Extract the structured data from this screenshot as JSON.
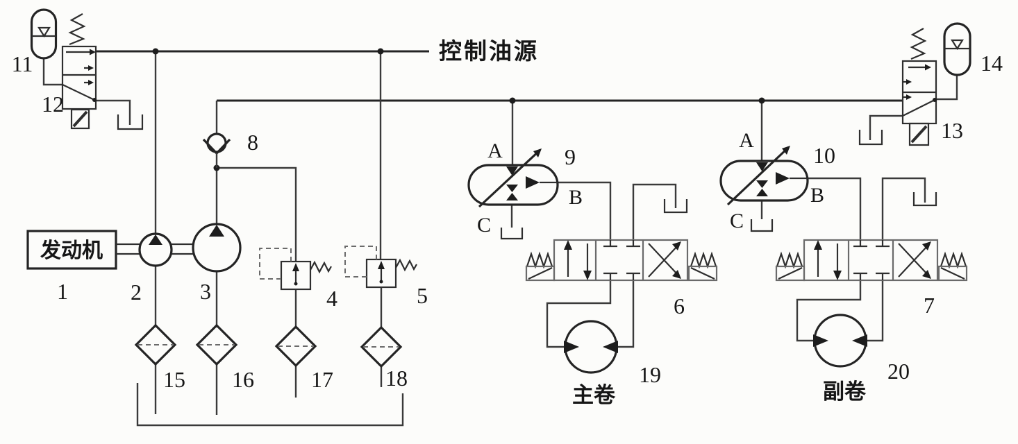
{
  "diagram": {
    "type": "hydraulic-winch-circuit-schematic",
    "colors": {
      "background": "#fcfcfa",
      "line": "#2e2e2e"
    },
    "annotations": {
      "control_oil_source": "控制油源",
      "engine": "发动机",
      "main_winch": "主卷",
      "aux_winch": "副卷"
    },
    "numbers": {
      "n1": "1",
      "n2": "2",
      "n3": "3",
      "n4": "4",
      "n5": "5",
      "n6": "6",
      "n7": "7",
      "n8": "8",
      "n9": "9",
      "n10": "10",
      "n11": "11",
      "n12": "12",
      "n13": "13",
      "n14": "14",
      "n15": "15",
      "n16": "16",
      "n17": "17",
      "n18": "18",
      "n19": "19",
      "n20": "20"
    },
    "ports": {
      "v9_a": "A",
      "v9_b": "B",
      "v9_c": "C",
      "v10_a": "A",
      "v10_b": "B",
      "v10_c": "C"
    },
    "components": [
      {
        "no": "1",
        "kind": "engine",
        "label": "发动机"
      },
      {
        "no": "2",
        "kind": "pilot-pump"
      },
      {
        "no": "3",
        "kind": "main-pump"
      },
      {
        "no": "4",
        "kind": "relief-valve"
      },
      {
        "no": "5",
        "kind": "relief-valve"
      },
      {
        "no": "6",
        "kind": "main-directional-valve"
      },
      {
        "no": "7",
        "kind": "aux-directional-valve"
      },
      {
        "no": "8",
        "kind": "check-valve"
      },
      {
        "no": "9",
        "kind": "pilot-pressure-reducing-valve"
      },
      {
        "no": "10",
        "kind": "pilot-pressure-reducing-valve"
      },
      {
        "no": "11",
        "kind": "accumulator"
      },
      {
        "no": "12",
        "kind": "unloading-valve"
      },
      {
        "no": "13",
        "kind": "unloading-valve"
      },
      {
        "no": "14",
        "kind": "accumulator"
      },
      {
        "no": "15",
        "kind": "filter"
      },
      {
        "no": "16",
        "kind": "filter"
      },
      {
        "no": "17",
        "kind": "filter"
      },
      {
        "no": "18",
        "kind": "filter"
      },
      {
        "no": "19",
        "kind": "main-winch-motor",
        "label": "主卷"
      },
      {
        "no": "20",
        "kind": "aux-winch-motor",
        "label": "副卷"
      }
    ]
  }
}
